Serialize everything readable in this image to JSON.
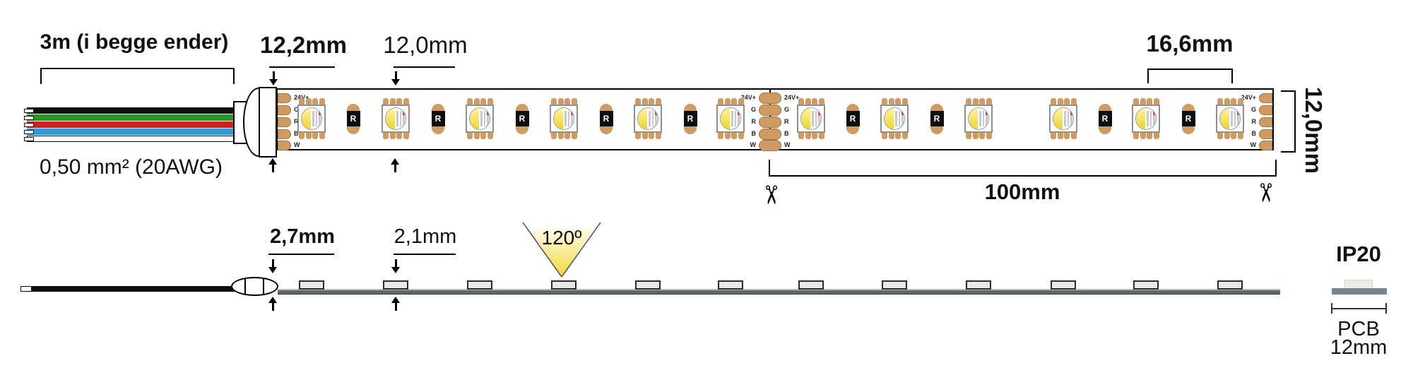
{
  "diagram": {
    "top_view": {
      "cable_length_label": "3m (i begge ender)",
      "wire_gauge_label": "0,50 mm² (20AWG)",
      "dim_connector": "12,2mm",
      "dim_first_led": "12,0mm",
      "dim_end_segment": "16,6mm",
      "dim_strip_width": "12,0mm",
      "dim_cut_length": "100mm",
      "pad_labels": [
        "24V+",
        "G",
        "R",
        "B",
        "W"
      ],
      "resistor_label": "R"
    },
    "side_view": {
      "dim_connector_height": "2,7mm",
      "dim_led_height": "2,1mm",
      "beam_angle_label": "120º"
    },
    "ip_section": {
      "rating": "IP20",
      "pcb_label": "PCB",
      "pcb_width": "12mm"
    },
    "icons": {
      "scissors": "✂"
    },
    "colors": {
      "pad_copper": "#cf9b63",
      "pad_edge": "#a07440",
      "beam_yellow": "#f3d83a",
      "led_phosphor_yellow": "#f0d22f",
      "pcb_gray": "#78858c",
      "wire_colors": [
        "#111111",
        "#2a9428",
        "#cc2222",
        "#2f9ad6",
        "#ffffff"
      ]
    }
  }
}
